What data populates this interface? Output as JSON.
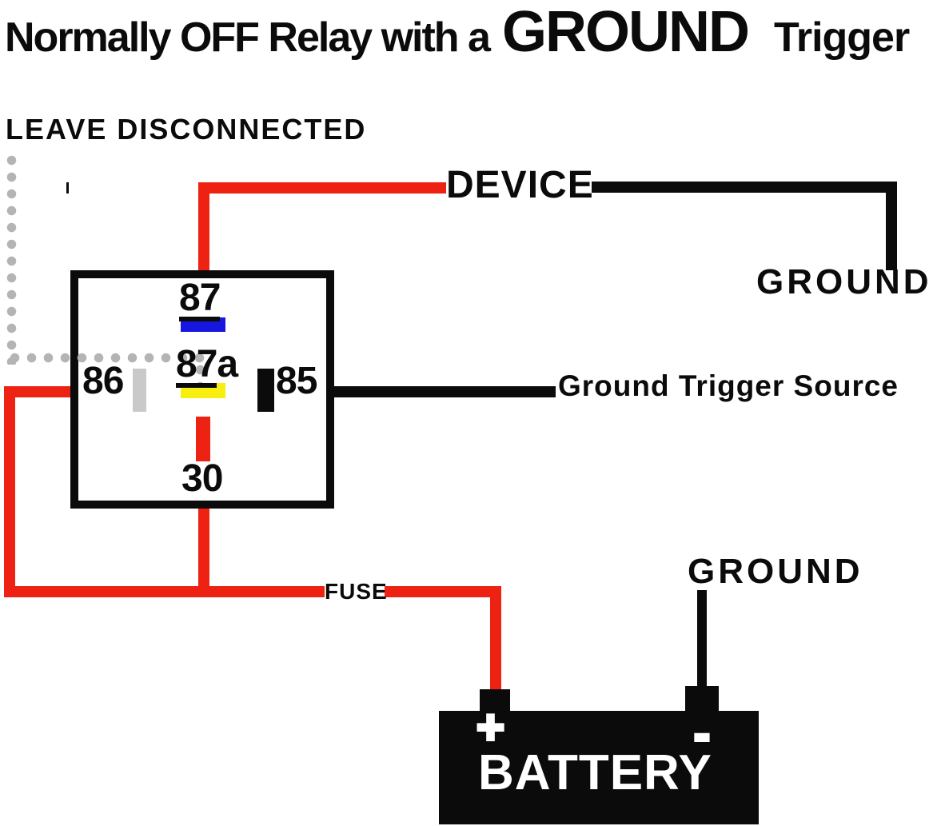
{
  "title": {
    "prefix": "Normally OFF Relay with a",
    "emphasis": "GROUND",
    "suffix": "Trigger"
  },
  "labels": {
    "leave_disconnected": "LEAVE DISCONNECTED",
    "device": "DEVICE",
    "ground_right": "GROUND",
    "ground_trigger_source": "Ground Trigger Source",
    "fuse": "FUSE",
    "ground_battery": "GROUND"
  },
  "relay": {
    "pin_87": "87",
    "pin_87a_base": "87",
    "pin_87a_suffix": "a",
    "pin_86": "86",
    "pin_85": "85",
    "pin_30": "30"
  },
  "battery": {
    "label": "BATTERY",
    "positive_symbol": "+",
    "negative_symbol": "-"
  },
  "colors": {
    "wire_red": "#ee2213",
    "ink_black": "#0b0b0b",
    "pin_blue": "#1616e0",
    "pin_yellow": "#f8ee10",
    "pin_gray": "#c9c9c9",
    "dot_gray": "#b4b4b4"
  }
}
